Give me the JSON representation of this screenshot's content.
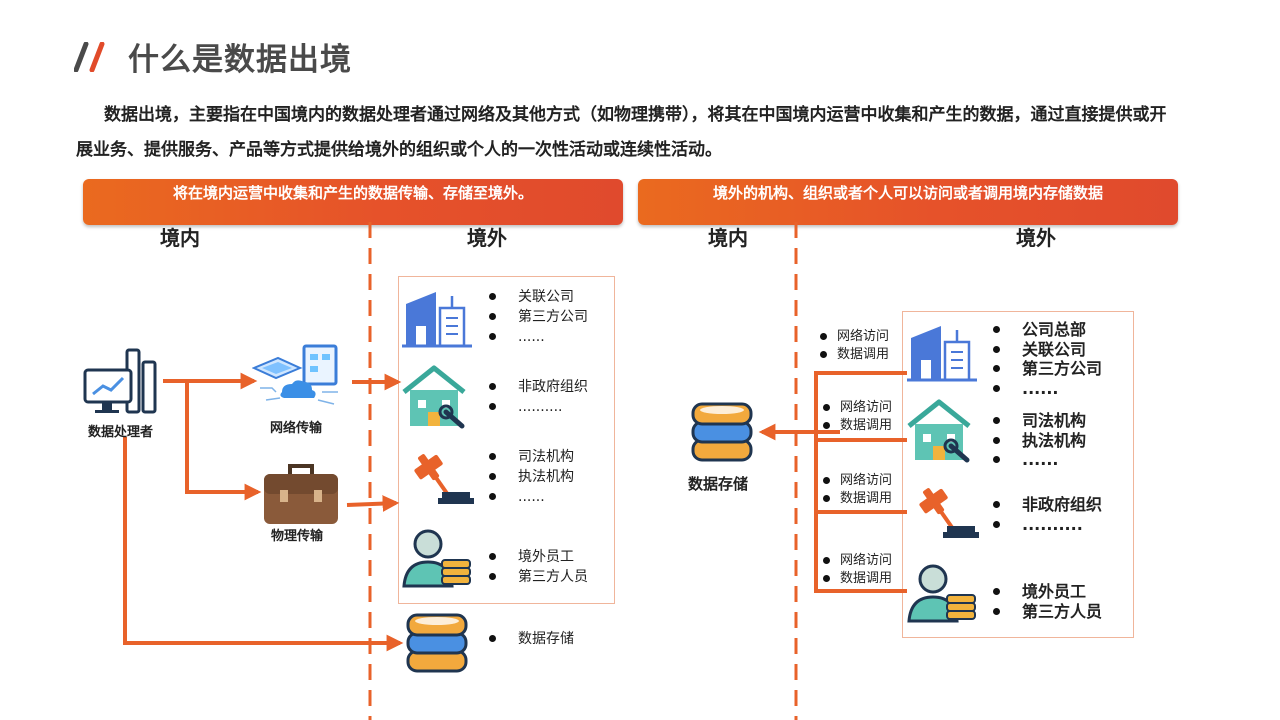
{
  "header": {
    "title": "什么是数据出境"
  },
  "intro": "数据出境，主要指在中国境内的数据处理者通过网络及其他方式（如物理携带），将其在中国境内运营中收集和产生的数据，通过直接提供或开展业务、提供服务、产品等方式提供给境外的组织或个人的一次性活动或连续性活动。",
  "left_panel": {
    "banner": "将在境内运营中收集和产生的数据传输、存储至境外。",
    "zone_inside": "境内",
    "zone_outside": "境外",
    "source_label": "数据处理者",
    "network_label": "网络传输",
    "physical_label": "物理传输",
    "groups": [
      {
        "icon": "building-icon",
        "items": [
          "关联公司",
          "第三方公司",
          "......"
        ]
      },
      {
        "icon": "house-wrench-icon",
        "items": [
          "非政府组织",
          ".........."
        ]
      },
      {
        "icon": "gavel-icon",
        "items": [
          "司法机构",
          "执法机构",
          "......"
        ]
      },
      {
        "icon": "person-coins-icon",
        "items": [
          "境外员工",
          "第三方人员"
        ]
      }
    ],
    "storage_item": "数据存储"
  },
  "right_panel": {
    "banner": "境外的机构、组织或者个人可以访问或者调用境内存储数据",
    "zone_inside": "境内",
    "zone_outside": "境外",
    "storage_label": "数据存储",
    "access_labels": [
      [
        "网络访问",
        "数据调用"
      ],
      [
        "网络访问",
        "数据调用"
      ],
      [
        "网络访问",
        "数据调用"
      ],
      [
        "网络访问",
        "数据调用"
      ]
    ],
    "groups": [
      {
        "icon": "building-icon",
        "items": [
          "公司总部",
          "关联公司",
          "第三方公司",
          "......"
        ]
      },
      {
        "icon": "house-wrench-icon",
        "items": [
          "司法机构",
          "执法机构",
          "......"
        ]
      },
      {
        "icon": "gavel-icon",
        "items": [
          "非政府组织",
          ".........."
        ]
      },
      {
        "icon": "person-coins-icon",
        "items": [
          "境外员工",
          "第三方人员"
        ]
      }
    ]
  },
  "colors": {
    "accent": "#e9672a",
    "arrow": "#e8622a",
    "blue": "#4a78d8",
    "teal": "#5ec4b4",
    "navy": "#1f3550",
    "gold": "#f2b33d"
  }
}
